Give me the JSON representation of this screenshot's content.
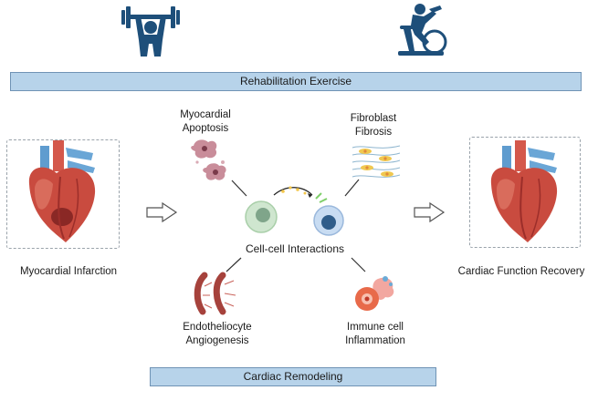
{
  "top_banner": "Rehabilitation Exercise",
  "bottom_banner": "Cardiac Remodeling",
  "left_heart_label": "Myocardial Infarction",
  "right_heart_label": "Cardiac Function Recovery",
  "center_label": "Cell-cell Interactions",
  "apoptosis": [
    "Myocardial",
    "Apoptosis"
  ],
  "fibrosis": [
    "Fibroblast",
    "Fibrosis"
  ],
  "angiogenesis": [
    "Endotheliocyte",
    "Angiogenesis"
  ],
  "inflammation": [
    "Immune cell",
    "Inflammation"
  ],
  "icons": [
    "weightlifter-icon",
    "exercise-bike-icon",
    "heart-icon",
    "cell-icon"
  ],
  "colors": {
    "banner": "#b7d3ea",
    "exercise_icon": "#1e4f7a",
    "heart": "#c94b3f"
  }
}
